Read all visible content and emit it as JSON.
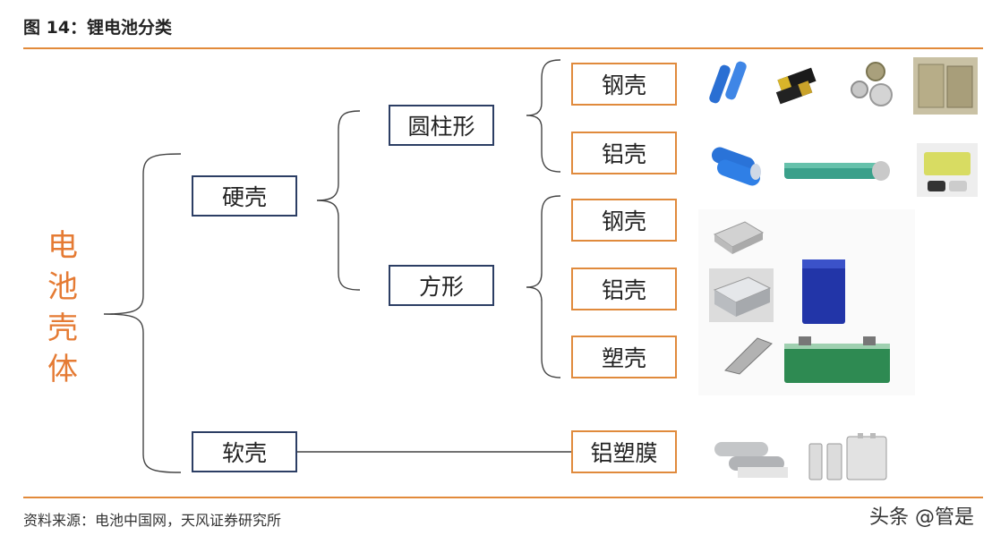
{
  "figure_title": "图 14：锂电池分类",
  "root": [
    "电",
    "池",
    "壳",
    "体"
  ],
  "level1": {
    "hard": "硬壳",
    "soft": "软壳"
  },
  "level2": {
    "cylinder": "圆柱形",
    "prism": "方形"
  },
  "level3": {
    "cyl_steel": "钢壳",
    "cyl_alu": "铝壳",
    "pri_steel": "钢壳",
    "pri_alu": "铝壳",
    "pri_plastic": "塑壳",
    "pouch": "铝塑膜"
  },
  "source": "资料来源：电池中国网，天风证券研究所",
  "watermark": "头条 @管是",
  "colors": {
    "accent": "#e57b34",
    "box_border_navy": "#2c3e64",
    "box_border_orange": "#e08a3c",
    "line": "#444444"
  }
}
